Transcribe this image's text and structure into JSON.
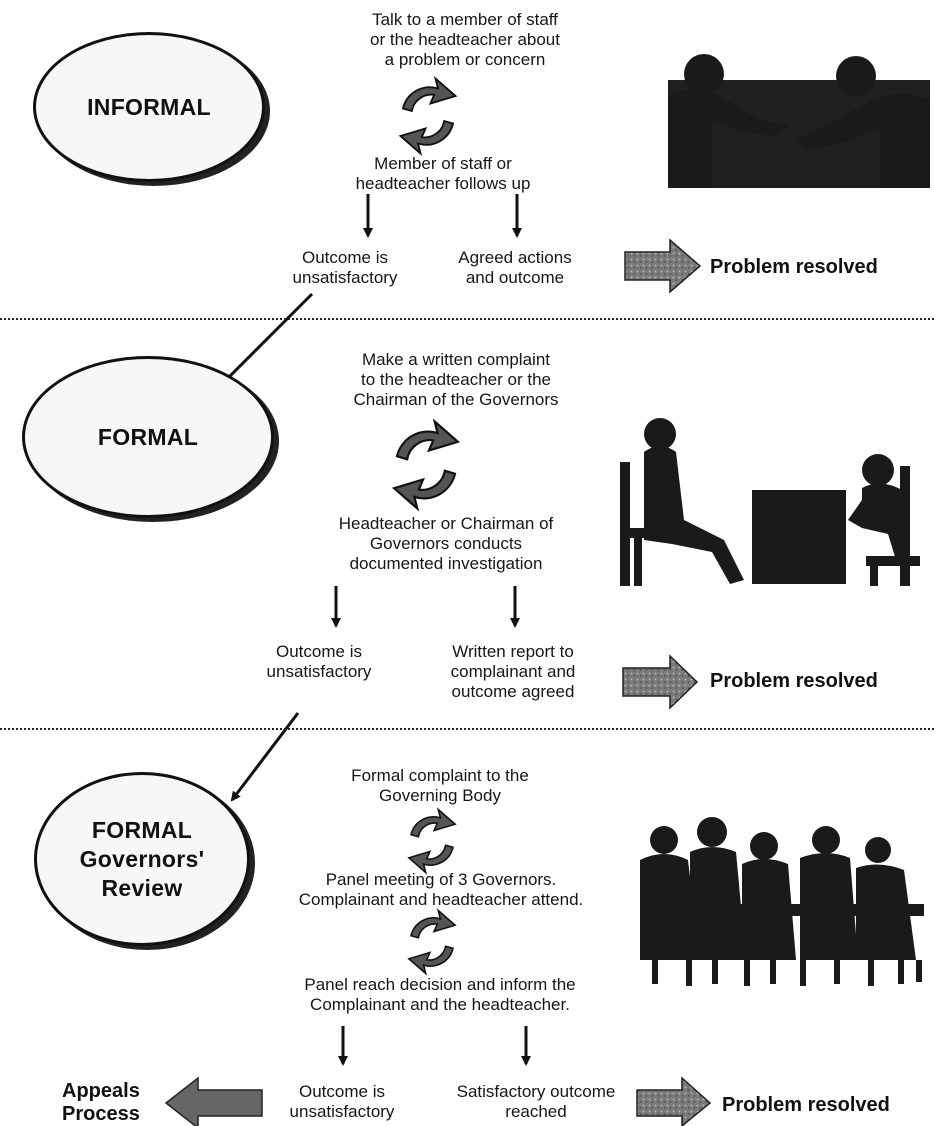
{
  "informal": {
    "stage_label": "INFORMAL",
    "step1": "Talk to a member of staff\nor the headteacher about\na problem or concern",
    "step2": "Member of staff or\nheadteacher follows up",
    "outcome_bad": "Outcome is\nunsatisfactory",
    "outcome_good": "Agreed actions\nand outcome",
    "resolved": "Problem resolved"
  },
  "formal": {
    "stage_label": "FORMAL",
    "step1": "Make a written complaint\nto the headteacher or the\nChairman of the Governors",
    "step2": "Headteacher or Chairman of\nGovernors conducts\ndocumented investigation",
    "outcome_bad": "Outcome is\nunsatisfactory",
    "outcome_good": "Written report to\ncomplainant and\noutcome agreed",
    "resolved": "Problem resolved"
  },
  "review": {
    "stage_label": "FORMAL\nGovernors'\nReview",
    "step1": "Formal complaint to the\nGoverning Body",
    "step2": "Panel meeting of 3 Governors.\nComplainant and headteacher attend.",
    "step3": "Panel reach decision and inform the\nComplainant and the headteacher.",
    "outcome_bad": "Outcome is\nunsatisfactory",
    "outcome_good": "Satisfactory outcome\nreached",
    "appeals": "Appeals\nProcess",
    "resolved": "Problem resolved"
  },
  "icons": {
    "cycle": "cycle-arrows-icon",
    "arrow_down": "arrow-down-icon",
    "block_right": "block-arrow-right-icon",
    "block_left": "block-arrow-left-icon",
    "informal_image": "two-people-talking-silhouette",
    "formal_image": "desk-meeting-silhouette",
    "review_image": "panel-meeting-silhouette"
  },
  "colors": {
    "ink": "#111111",
    "paper": "#ffffff",
    "stage_fill": "#f7f7f7",
    "arrow_fill": "#6e6e6e"
  }
}
